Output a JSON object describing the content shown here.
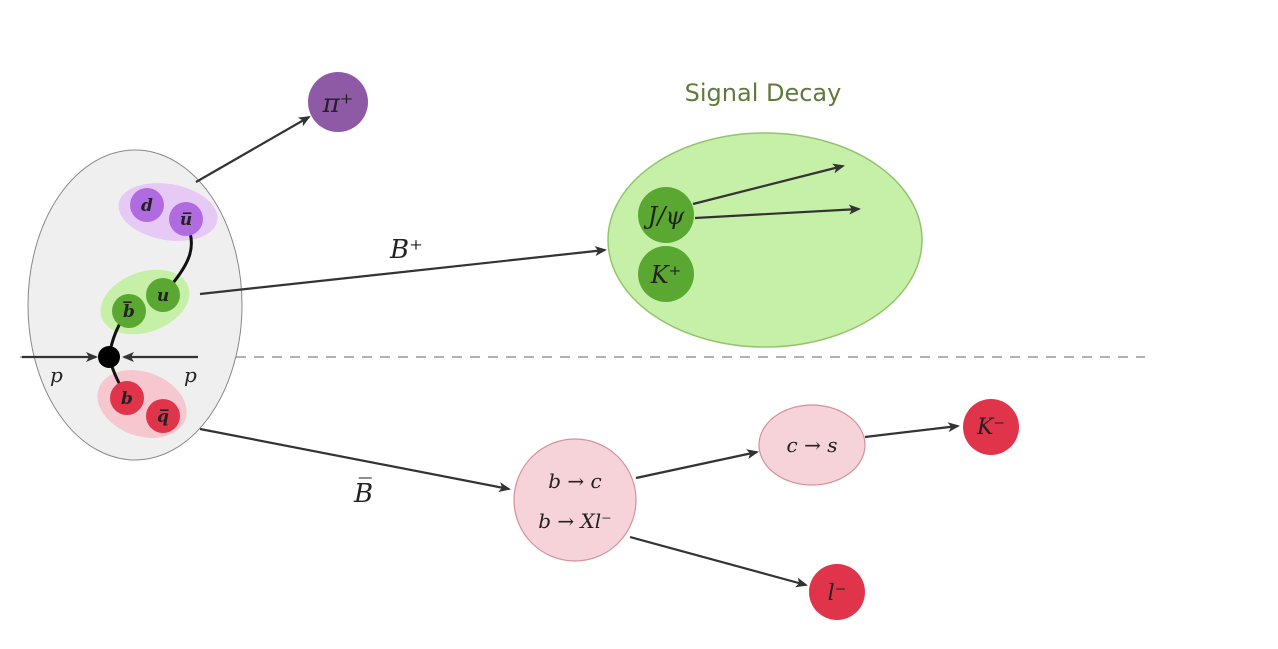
{
  "title": "Signal Decay",
  "particles": {
    "pion": "π⁺",
    "d_quark": "d",
    "u_bar_quark": "u̅",
    "u_quark": "u",
    "b_bar_quark": "b̅",
    "b_quark": "b",
    "q_bar_quark": "q̅",
    "proton_left": "p",
    "proton_right": "p",
    "jpsi": "J/ψ",
    "k_plus": "K⁺",
    "k_minus": "K⁻",
    "lepton": "l⁻"
  },
  "transitions": {
    "b_plus": "B⁺",
    "b_bar": "B̅",
    "b_to_c": "b → c",
    "b_to_xl": "b → Xl⁻",
    "c_to_s": "c → s"
  },
  "colors": {
    "purple": "#9b59b6",
    "purple_light": "#e6c9f5",
    "green": "#5aa832",
    "green_light": "#c6f0a8",
    "red": "#e0344a",
    "red_light": "#f6c7cf",
    "pion": "#8e5aa6"
  }
}
